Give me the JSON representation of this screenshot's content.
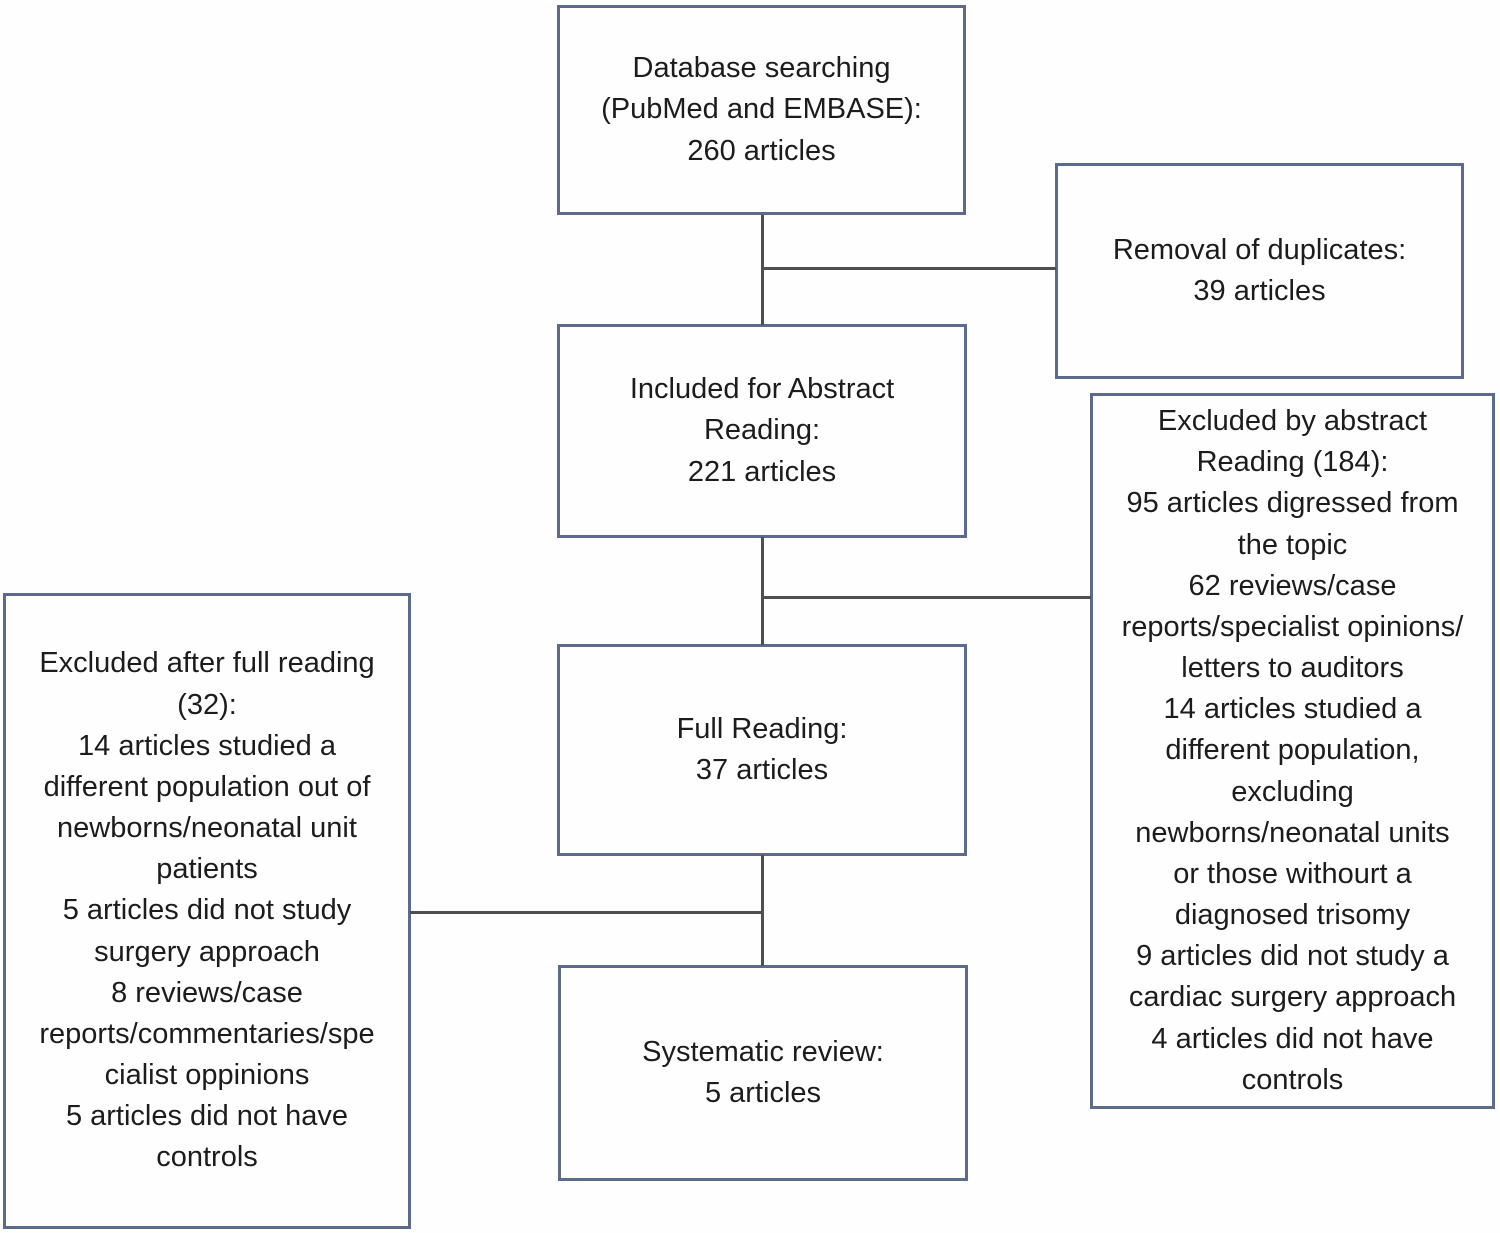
{
  "diagram": {
    "type": "flowchart",
    "boxes": {
      "database": {
        "text": "Database searching\n(PubMed and EMBASE):\n260 articles"
      },
      "removal": {
        "text": "Removal of duplicates:\n39 articles"
      },
      "included": {
        "text": "Included for Abstract\nReading:\n221 articles"
      },
      "excluded_abstract": {
        "text": "Excluded by abstract\nReading (184):\n95 articles digressed from\nthe topic\n62 reviews/case\nreports/specialist opinions/\nletters to auditors\n14 articles studied a\ndifferent population,\nexcluding\nnewborns/neonatal units\nor those withourt a\ndiagnosed trisomy\n9 articles did not study a\ncardiac surgery approach\n4 articles did not have\ncontrols"
      },
      "full_reading": {
        "text": "Full Reading:\n37 articles"
      },
      "excluded_full": {
        "text": "Excluded after full reading\n(32):\n14 articles studied a\ndifferent population out of\nnewborns/neonatal unit\npatients\n5 articles did not study\nsurgery approach\n8 reviews/case\nreports/commentaries/spe\ncialist oppinions\n5 articles did not have\ncontrols"
      },
      "systematic": {
        "text": "Systematic review:\n5 articles"
      }
    }
  },
  "colors": {
    "box_border": "#5c6b8c",
    "connector": "#4f4f4f",
    "text": "#1c1c1c",
    "background": "#fefefe"
  }
}
